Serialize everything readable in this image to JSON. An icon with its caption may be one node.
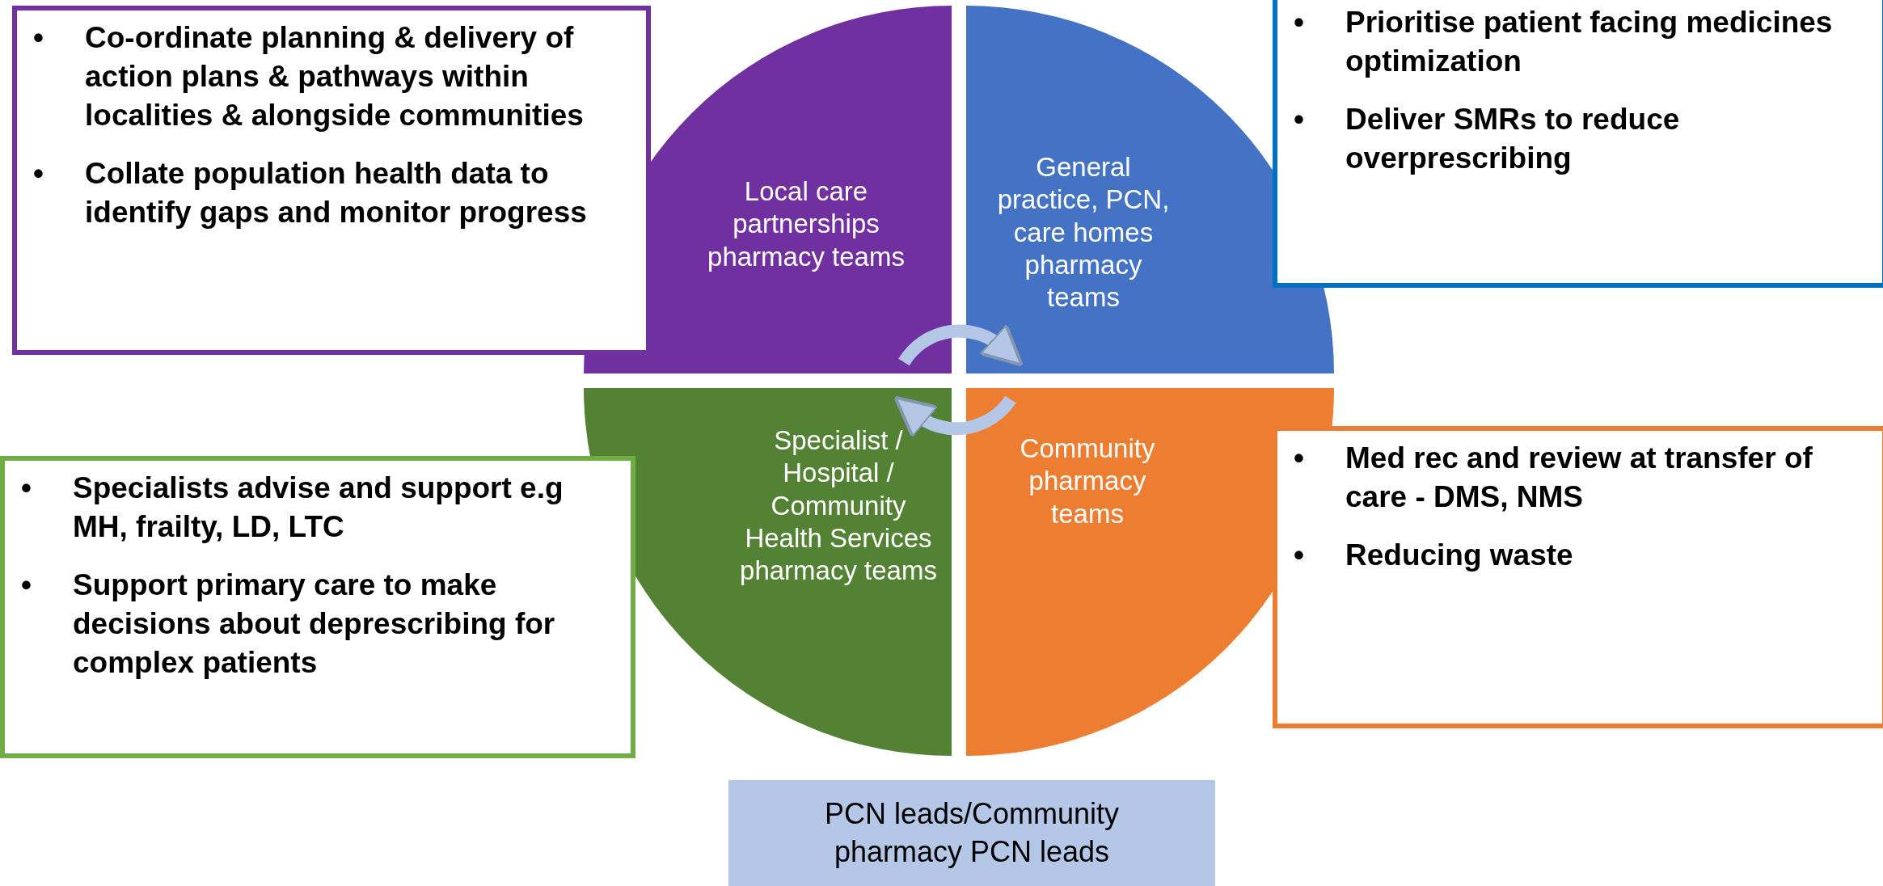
{
  "diagram": {
    "nodes": [
      {
        "text": [
          "• Co-ordinate planning & delivery of action plans & pathways within localities & alongside communities",
          "• Collate population health data to identify gaps and monitor progress"
        ]
      },
      {
        "text": [
          "Local care partnerships pharmacy teams"
        ]
      },
      {
        "text": [
          "General practice, PCN, care homes pharmacy teams"
        ]
      },
      {
        "text": [
          "• Prioritise patient facing medicines optimization",
          "• Deliver SMRs to reduce overprescribing"
        ]
      },
      {
        "text": [
          "• Specialists advise and support e.g MH, frailty, LD, LTC",
          "• Support primary care to make decisions about deprescribing for complex patients"
        ]
      },
      {
        "text": [
          "Specialist / Hospital / Community Health Services pharmacy teams"
        ]
      },
      {
        "text": [
          "Community pharmacy teams"
        ]
      },
      {
        "text": [
          "• Med rec and review at transfer of care - DMS, NMS",
          "• Reducing waste"
        ]
      },
      {
        "text": [
          "PCN leads/Community pharmacy PCN leads"
        ]
      }
    ],
    "edges": [
      {
        "from": 1,
        "to": 2,
        "arrow": "to"
      },
      {
        "from": 6,
        "to": 5,
        "arrow": "to"
      }
    ]
  }
}
